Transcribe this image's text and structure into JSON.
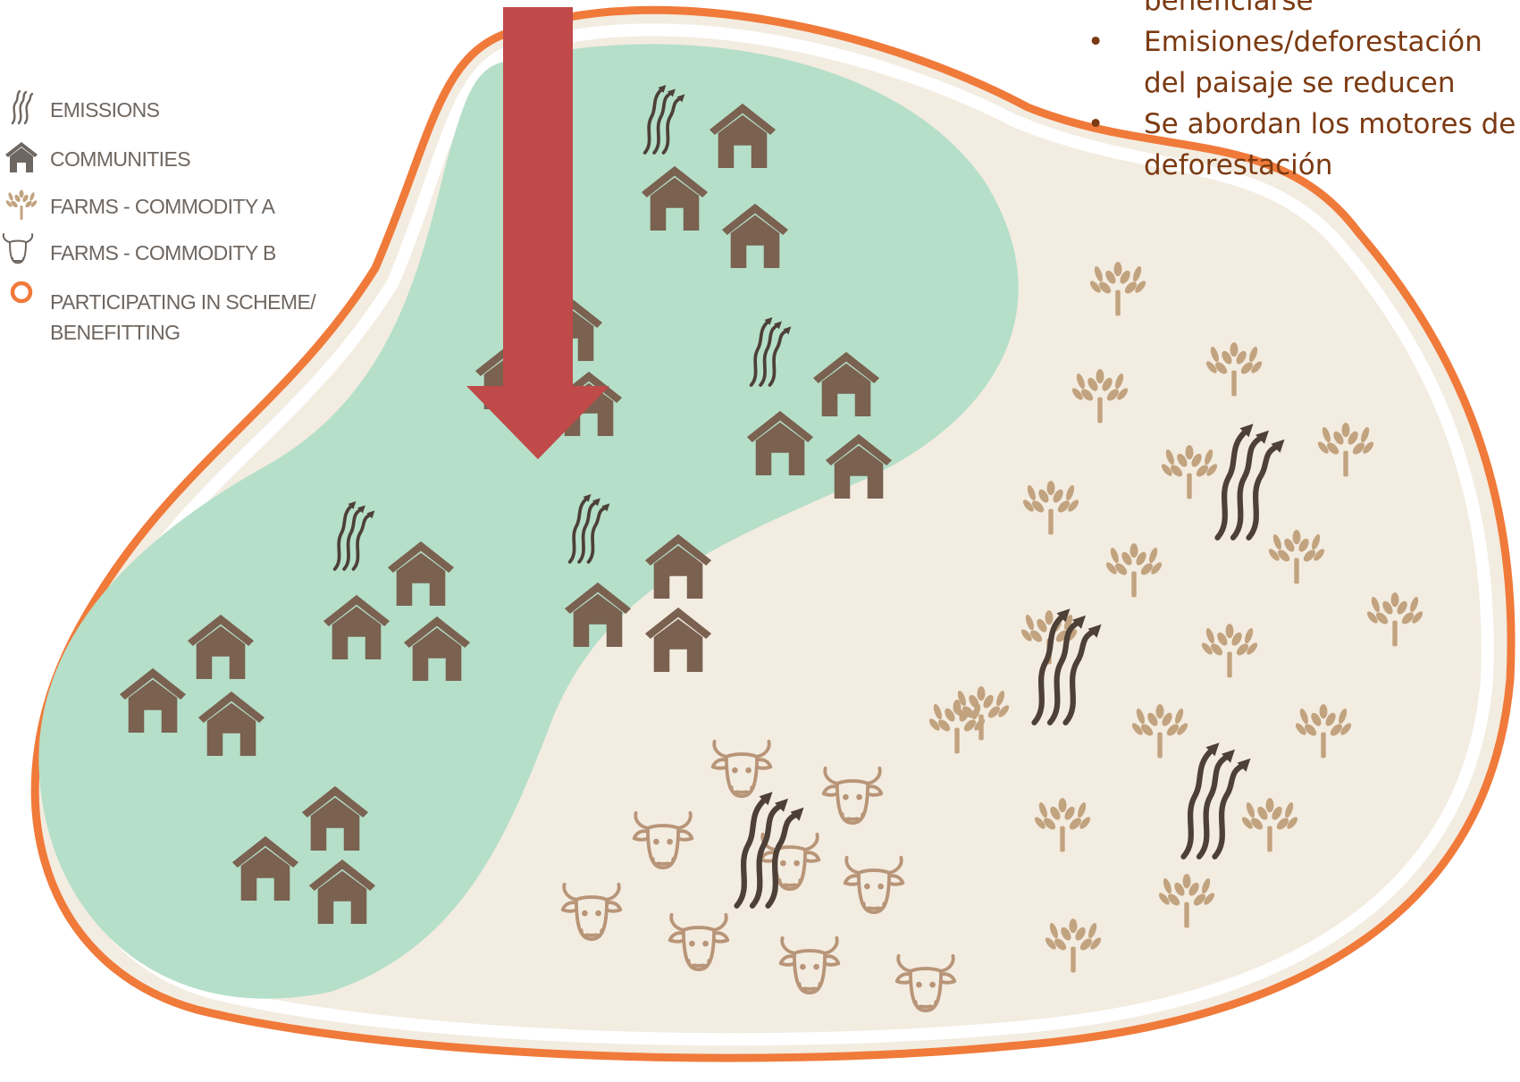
{
  "legend": {
    "items": [
      {
        "label": "EMISSIONS",
        "icon": "emissions-icon"
      },
      {
        "label": "COMMUNITIES",
        "icon": "house-icon"
      },
      {
        "label": "FARMS - COMMODITY A",
        "icon": "wheat-icon"
      },
      {
        "label": "FARMS - COMMODITY B",
        "icon": "cow-icon"
      },
      {
        "label": "PARTICIPATING IN SCHEME/\nBENEFITTING",
        "icon": "orange-ring-icon"
      }
    ]
  },
  "bullets": {
    "items": [
      {
        "line1": "beneficiarse",
        "line2": ""
      },
      {
        "line1": "Emisiones/deforestación",
        "line2": "del paisaje se reducen"
      },
      {
        "line1": "Se abordan los motores de",
        "line2": "deforestación"
      }
    ]
  },
  "colors": {
    "boundary": "#f07a3a",
    "participating_area": "#b5dfc9",
    "landscape": "#f3ece1",
    "house": "#7a6150",
    "wheat": "#c2a37f",
    "cow": "#b89578",
    "emission_arrow": "#4d4037",
    "down_arrow": "#c04a4a",
    "bullet_text": "#7b3a12",
    "legend_text": "#6e6660"
  },
  "map": {
    "downward_arrow_icon": "down-arrow-icon"
  }
}
